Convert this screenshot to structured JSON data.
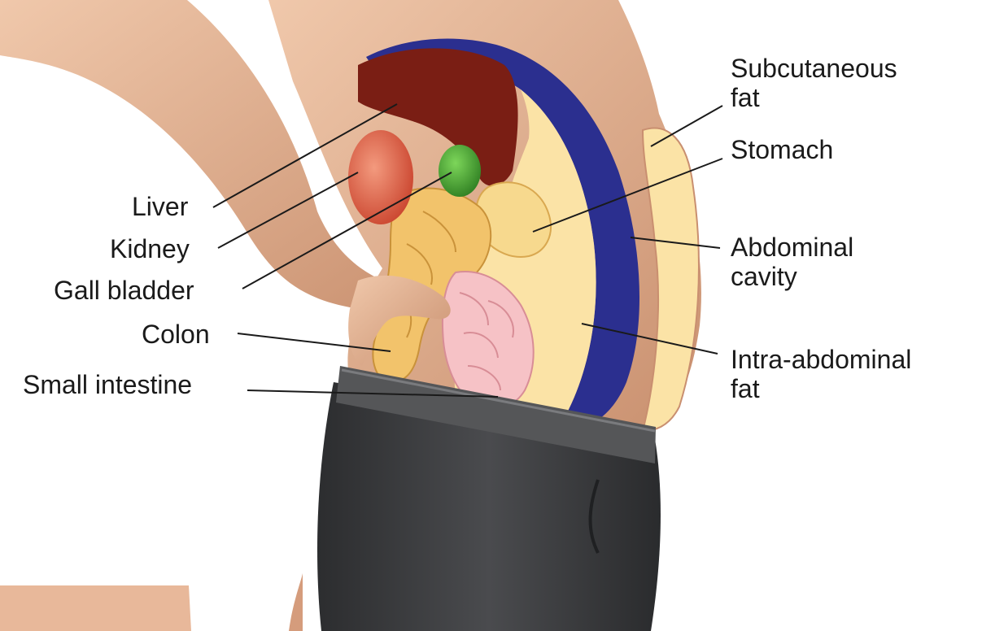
{
  "labels": {
    "liver": "Liver",
    "kidney": "Kidney",
    "gall_bladder": "Gall bladder",
    "colon": "Colon",
    "small_intestine": "Small intestine",
    "subcutaneous_fat_line1": "Subcutaneous",
    "subcutaneous_fat_line2": "fat",
    "stomach": "Stomach",
    "abdominal_cavity_line1": "Abdominal",
    "abdominal_cavity_line2": "cavity",
    "intra_abdominal_fat_line1": "Intra-abdominal",
    "intra_abdominal_fat_line2": "fat"
  },
  "colors": {
    "skin": "#e8b89a",
    "skin_shadow": "#c98f70",
    "fat": "#fbe3a6",
    "cavity": "#2b2f8f",
    "liver": "#7a1e14",
    "kidney": "#e0553a",
    "gall_bladder": "#3f9e2f",
    "intestine_yellow": "#f2c36b",
    "small_intestine": "#f6c2c6",
    "trousers": "#3a3b3d",
    "belt": "#555658"
  }
}
